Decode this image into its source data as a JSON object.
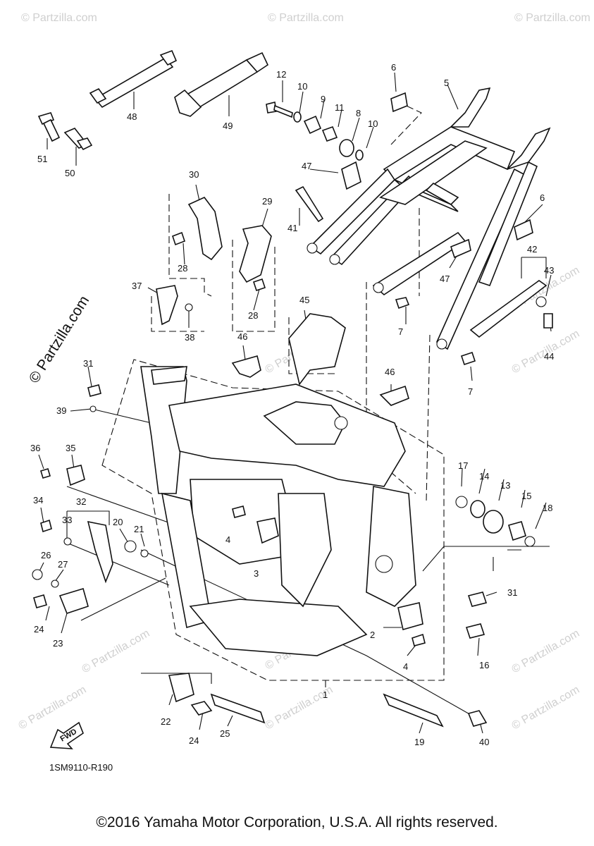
{
  "watermark": {
    "brand": "© Partzilla.com",
    "tile": "© Partzilla.com"
  },
  "diagram": {
    "code": "1SM9110-R190",
    "fwd_label": "FWD",
    "callouts": [
      "1",
      "2",
      "3",
      "4",
      "4",
      "5",
      "6",
      "6",
      "7",
      "7",
      "8",
      "9",
      "10",
      "10",
      "11",
      "12",
      "13",
      "14",
      "15",
      "16",
      "17",
      "18",
      "19",
      "20",
      "21",
      "22",
      "23",
      "24",
      "24",
      "25",
      "26",
      "27",
      "28",
      "28",
      "29",
      "30",
      "31",
      "31",
      "32",
      "33",
      "34",
      "35",
      "36",
      "37",
      "38",
      "39",
      "40",
      "41",
      "42",
      "43",
      "44",
      "45",
      "46",
      "46",
      "47",
      "47",
      "48",
      "49",
      "50",
      "51"
    ]
  },
  "footer": {
    "copyright": "©2016 Yamaha Motor Corporation, U.S.A. All rights reserved."
  }
}
